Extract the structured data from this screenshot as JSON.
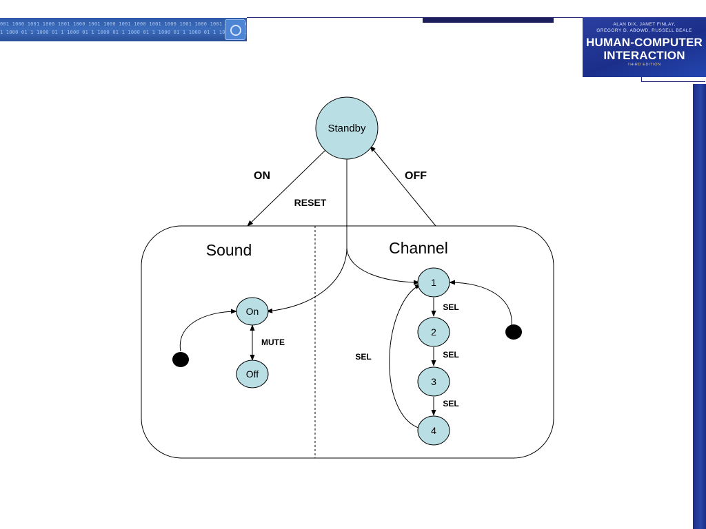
{
  "header": {
    "binary_row_1": "001 1000 1001 1000 1001 1000 1001 1000 1001 1000 1001 1000 1001 1000 1001 1000 1001 1000 1001 1000 1001",
    "binary_row_2": "1 1000 01 1 1000 01 1 1000 01 1 1000 01 1 1000 01 1 1000 01 1 1000 01 1 1000 01 1 1000 01"
  },
  "book_cover": {
    "authors_line_1": "ALAN DIX, JANET FINLAY,",
    "authors_line_2": "GREGORY D. ABOWD, RUSSELL BEALE",
    "title_line_1": "HUMAN-COMPUTER",
    "title_line_2": "INTERACTION",
    "edition": "THIRD EDITION"
  },
  "diagram": {
    "states": {
      "standby": "Standby",
      "sound_on": "On",
      "sound_off": "Off",
      "channel_1": "1",
      "channel_2": "2",
      "channel_3": "3",
      "channel_4": "4"
    },
    "regions": {
      "sound": "Sound",
      "channel": "Channel"
    },
    "transitions": {
      "on": "ON",
      "off": "OFF",
      "reset": "RESET",
      "mute": "MUTE",
      "sel_1_2": "SEL",
      "sel_2_3": "SEL",
      "sel_3_4": "SEL",
      "sel_4_1": "SEL"
    },
    "colors": {
      "state_fill": "#b9dfe5",
      "stroke": "#000000",
      "initial_dot": "#000000"
    }
  }
}
